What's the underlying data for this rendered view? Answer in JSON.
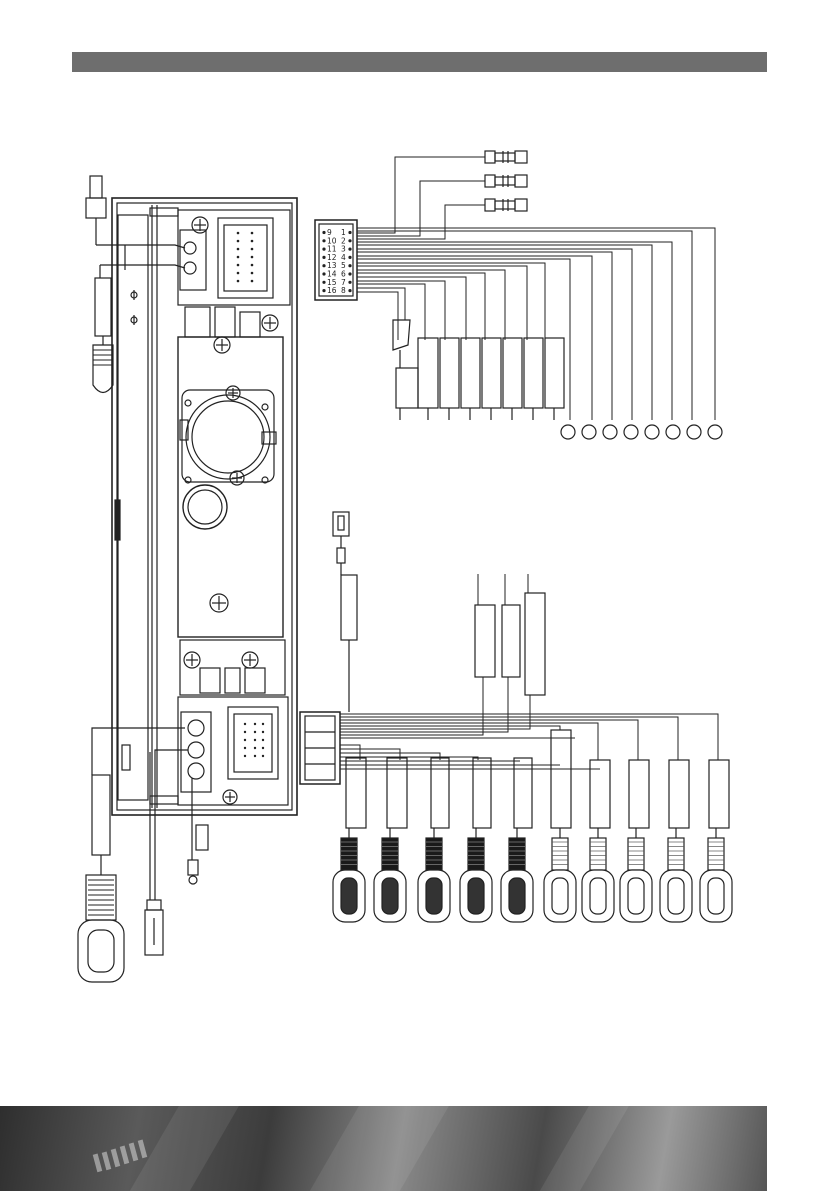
{
  "header": {
    "title": ""
  },
  "iso_connector": {
    "pins_left": [
      "9",
      "10",
      "11",
      "12",
      "13",
      "14",
      "15",
      "16"
    ],
    "pins_right": [
      "1",
      "2",
      "3",
      "4",
      "5",
      "6",
      "7",
      "8"
    ]
  },
  "colors": {
    "header_bar": "#6e6e6e",
    "line": "#222222",
    "rca_black": "#1a1a1a",
    "rca_white": "#ffffff"
  }
}
